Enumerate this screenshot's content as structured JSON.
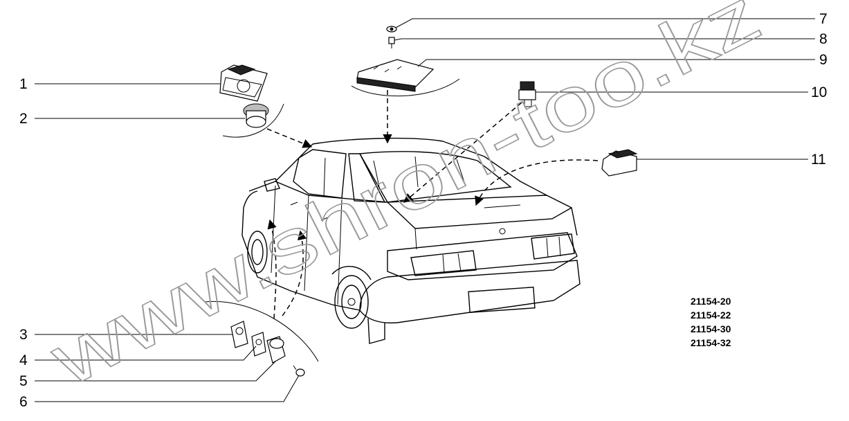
{
  "callouts": [
    "1",
    "2",
    "3",
    "4",
    "5",
    "6",
    "7",
    "8",
    "9",
    "10",
    "11"
  ],
  "model_codes": [
    "21154-20",
    "21154-22",
    "21154-30",
    "21154-32"
  ],
  "watermark": "www.shron-too.kz"
}
